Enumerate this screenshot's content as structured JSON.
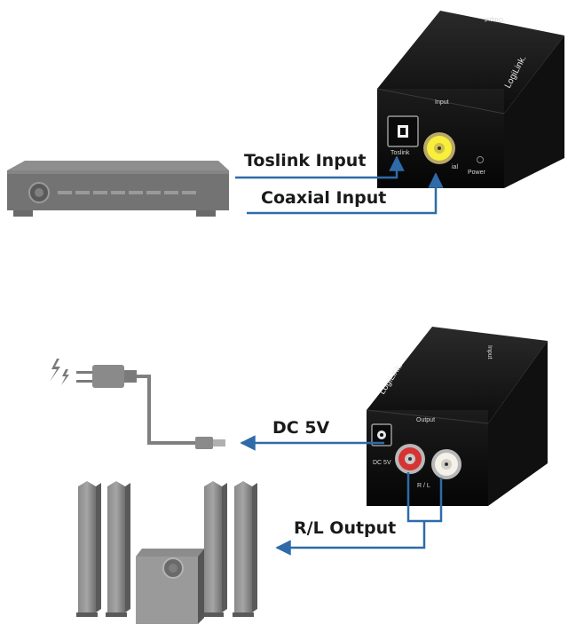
{
  "labels": {
    "toslink_input": "Toslink Input",
    "coaxial_input": "Coaxial Input",
    "dc_5v": "DC 5V",
    "rl_output": "R/L Output"
  },
  "device_top": {
    "brand": "LogiLink.",
    "top_edge_text": "Output",
    "input_label": "Input",
    "toslink_label": "Toslink",
    "coaxial_label": "ial",
    "power_label": "Power"
  },
  "device_bottom": {
    "brand": "LogiLink.",
    "top_edge_text": "Input",
    "output_label": "Output",
    "dc_label": "DC 5V",
    "rl_label": "R / L"
  },
  "colors": {
    "wire": "#2e6ba8",
    "device_body": "#141414",
    "equipment": "#6e6e6e"
  },
  "icons": [
    "electricity-icon",
    "power-plug-icon",
    "dc-jack-plug-icon"
  ]
}
